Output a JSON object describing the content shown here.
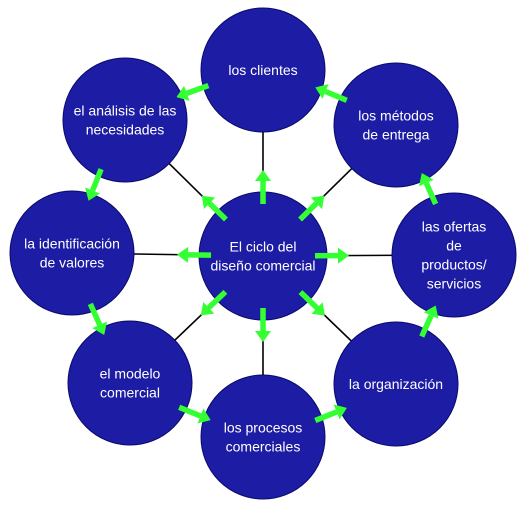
{
  "diagram": {
    "center": {
      "lines": [
        "El ciclo del",
        "diseño comercial"
      ]
    },
    "nodes": [
      {
        "id": "clientes",
        "lines": [
          "los clientes"
        ]
      },
      {
        "id": "metodos",
        "lines": [
          "los métodos",
          "de entrega"
        ]
      },
      {
        "id": "ofertas",
        "lines": [
          "las ofertas",
          "de",
          "productos/",
          "servicios"
        ]
      },
      {
        "id": "organizacion",
        "lines": [
          "la organización"
        ]
      },
      {
        "id": "procesos",
        "lines": [
          "los procesos",
          "comerciales"
        ]
      },
      {
        "id": "modelo",
        "lines": [
          "el modelo",
          "comercial"
        ]
      },
      {
        "id": "identificacion",
        "lines": [
          "la identificación",
          "de valores"
        ]
      },
      {
        "id": "analisis",
        "lines": [
          "el análisis de las",
          "necesidades"
        ]
      }
    ],
    "colors": {
      "circle": "#1c1ca4",
      "circle_edge": "#0a0a6a",
      "arrow": "#33ff33",
      "connector": "#000000",
      "text": "#ffffff"
    }
  }
}
